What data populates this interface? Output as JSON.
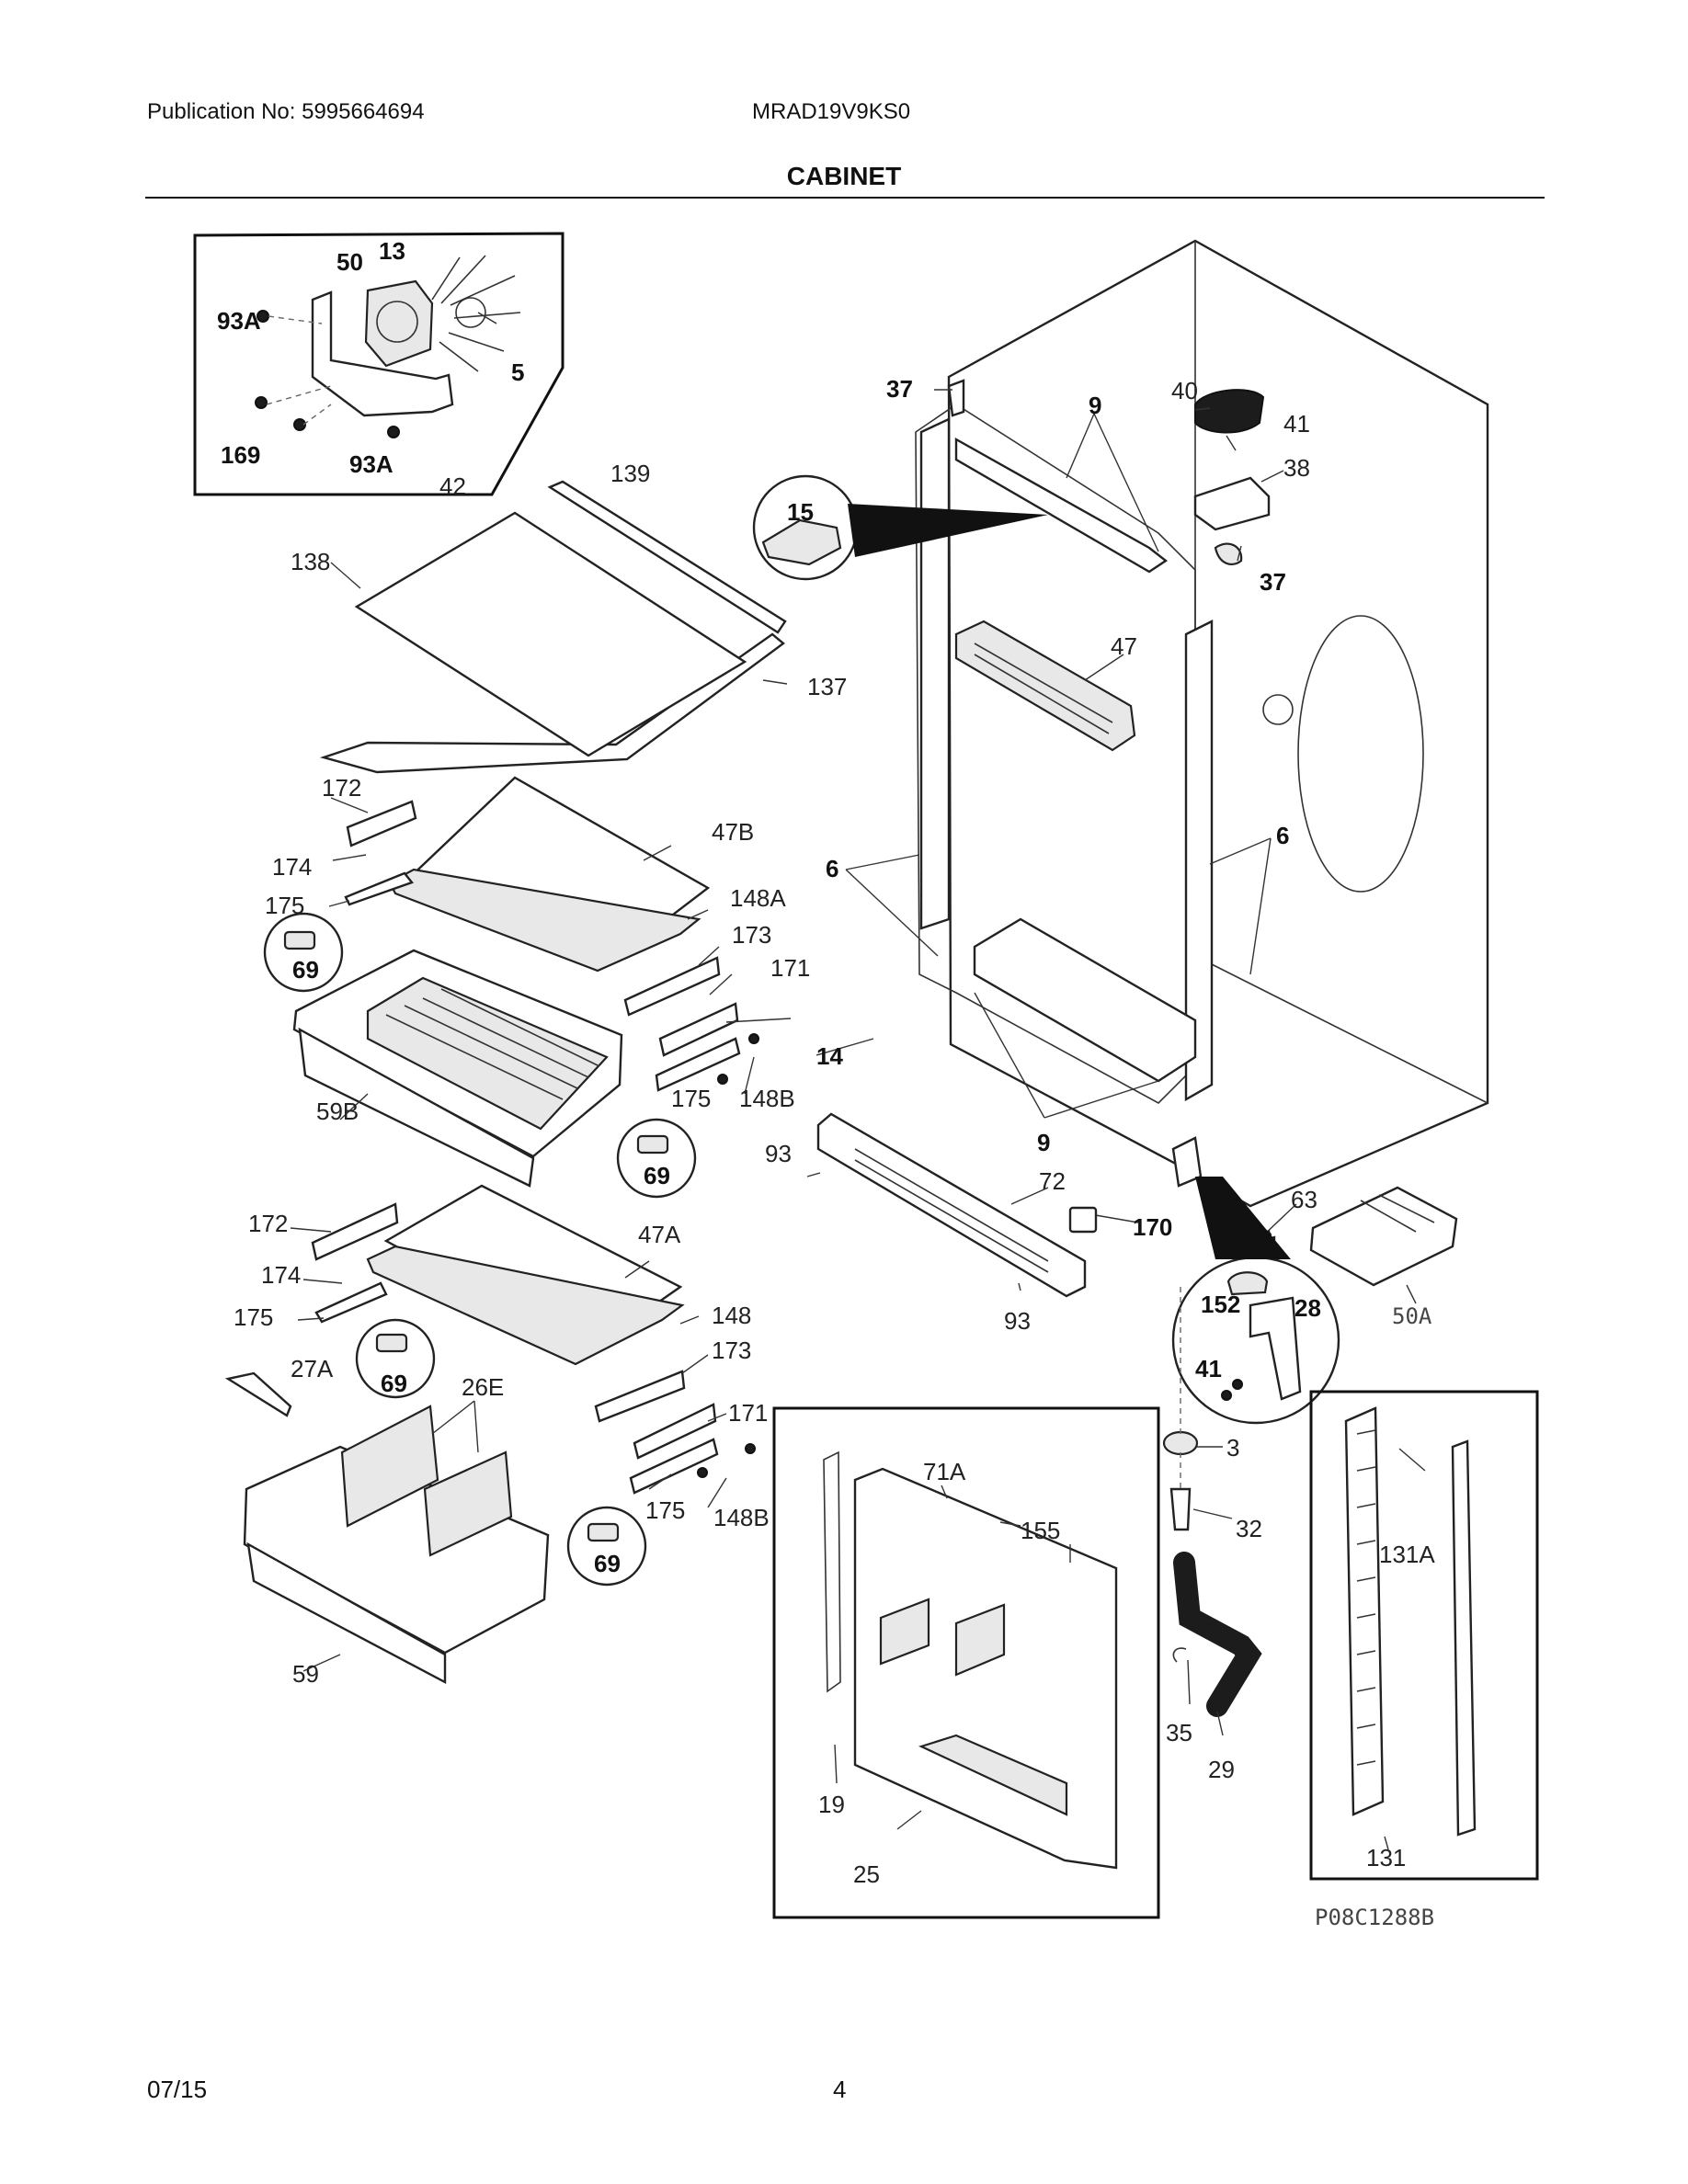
{
  "header": {
    "publication": "Publication No: 5995664694",
    "model": "MRAD19V9KS0",
    "section_title": "CABINET"
  },
  "footer": {
    "date": "07/15",
    "page": "4"
  },
  "drawing_code": "P08C1288B",
  "part_labels": {
    "p13": "13",
    "p50": "50",
    "p93a_1": "93A",
    "p5": "5",
    "p169": "169",
    "p93a_2": "93A",
    "p42": "42",
    "p139": "139",
    "p138": "138",
    "p137": "137",
    "p37_top": "37",
    "p9_top": "9",
    "p40": "40",
    "p41_top": "41",
    "p38": "38",
    "p37_right": "37",
    "p15": "15",
    "p47": "47",
    "p6_left": "6",
    "p6_right": "6",
    "p172_1": "172",
    "p47b": "47B",
    "p174_1": "174",
    "p175_1": "175",
    "p148a": "148A",
    "p69_1": "69",
    "p173_1": "173",
    "p171_1": "171",
    "p14": "14",
    "p175_2": "175",
    "p148b_1": "148B",
    "p59b": "59B",
    "p69_2": "69",
    "p9_bottom": "9",
    "p93_1": "93",
    "p72": "72",
    "p63": "63",
    "p170": "170",
    "p50a": "50A",
    "p93_2": "93",
    "p152": "152",
    "p28": "28",
    "p41_bottom": "41",
    "p172_2": "172",
    "p47a": "47A",
    "p174_2": "174",
    "p175_3": "175",
    "p148": "148",
    "p27a": "27A",
    "p69_3": "69",
    "p173_2": "173",
    "p26e": "26E",
    "p171_2": "171",
    "p71a": "71A",
    "p3": "3",
    "p155": "155",
    "p32": "32",
    "p175_4": "175",
    "p148b_2": "148B",
    "p69_4": "69",
    "p131a": "131A",
    "p35": "35",
    "p29": "29",
    "p59": "59",
    "p19": "19",
    "p25": "25",
    "p131": "131"
  }
}
